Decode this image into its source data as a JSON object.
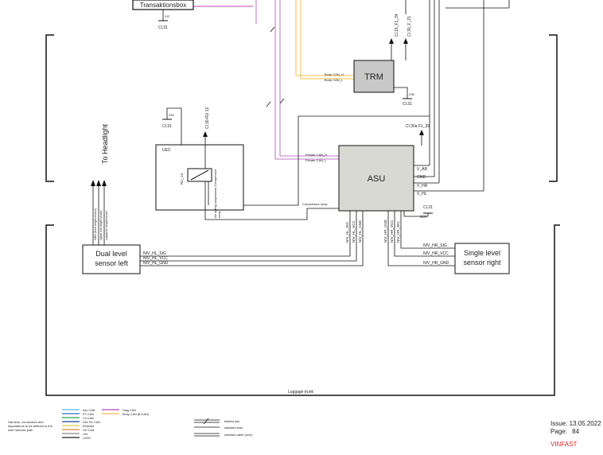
{
  "top_box_label": "Transaktionsbox",
  "grounds": {
    "g_top_left": "Cl.31",
    "g_top_left_code": "G07",
    "g_trm": "Cl.31",
    "g_trm_code": "G35",
    "g_relay": "Cl.31",
    "g_relay_code": "G02",
    "g_right": "Cl.31",
    "g_right_code": "G37"
  },
  "trm": {
    "label": "TRM",
    "bus_h": "Body CAN_H",
    "bus_l": "Body CAN_L",
    "out1": "Cl.15_F1_34",
    "out2": "Cl.30_F_21"
  },
  "asu": {
    "label": "ASU",
    "priv_h": "Private CAN_H",
    "priv_l": "Private CAN_L",
    "supply": "Cl.30a F1_39",
    "pins_right": [
      "V_AR",
      "GND",
      "V_HR",
      "V_HL"
    ],
    "compressor": "Compressor relay",
    "pins_bottom_left": [
      "NIV_HL_SIG",
      "NIV_HL_VCC",
      "NIV_HL_GND"
    ],
    "pins_bottom_right": [
      "NIV_HR_GND",
      "NIV_HR_VCC",
      "NIV_HR_SIG"
    ]
  },
  "uec": {
    "label": "UEC",
    "relay_code": "RU_14",
    "relay_name": "Ab spring suspension Compressor relay",
    "supply": "Cl.30 RU 12"
  },
  "headlight": {
    "label": "To Headlight",
    "wires": [
      "GND (front height sensor)",
      "signal line height sensor",
      "supply for height sensor"
    ]
  },
  "sensor_left": {
    "label_line1": "Dual level",
    "label_line2": "sensor left",
    "wires": [
      "NIV_HL_SIG",
      "NIV_HL_VCC",
      "NIV_HL_GND"
    ]
  },
  "sensor_right": {
    "label_line1": "Single level",
    "label_line2": "sensor right",
    "wires": [
      "NIV_HR_SIG",
      "NIV_HR_VCC",
      "NIV_HR_GND"
    ]
  },
  "area_label": "Luggage trunk",
  "legend": {
    "note": "Harness, connectors and separations to be defined in the wire harness plan",
    "col1": [
      {
        "label": "Info CAN",
        "color": "#4fb3e8"
      },
      {
        "label": "PT CAN",
        "color": "#2f6fc0"
      },
      {
        "label": "Ch CAN",
        "color": "#2a9d55"
      },
      {
        "label": "Dev FD CAN",
        "color": "#1c3f8f"
      },
      {
        "label": "Ethernet",
        "color": "#d9c94a"
      },
      {
        "label": "HV CAN",
        "color": "#e08a2a"
      },
      {
        "label": "LIN",
        "color": "#888888"
      },
      {
        "label": "LVDS",
        "color": "#222222"
      }
    ],
    "col2": [
      {
        "label": "Diag CAN",
        "color": "#b04ab8"
      },
      {
        "label": "Body CAN (B-CAN)",
        "color": "#f2c04a"
      }
    ],
    "col3": [
      {
        "label": "twisted pair"
      },
      {
        "label": "standard lead"
      },
      {
        "label": "shielded cable (xxxx)"
      }
    ]
  },
  "issue": {
    "issue_label": "Issue:",
    "issue_value": "13.05.2022",
    "page_label": "Page:",
    "page_value": "84",
    "brand": "VINFAST"
  },
  "colors": {
    "body_can": "#f2c04a",
    "private_can": "#b04ab8",
    "module_fill": "#d9d9d4",
    "trm_fill": "#c8c8c8",
    "brand": "#d42a2a"
  }
}
